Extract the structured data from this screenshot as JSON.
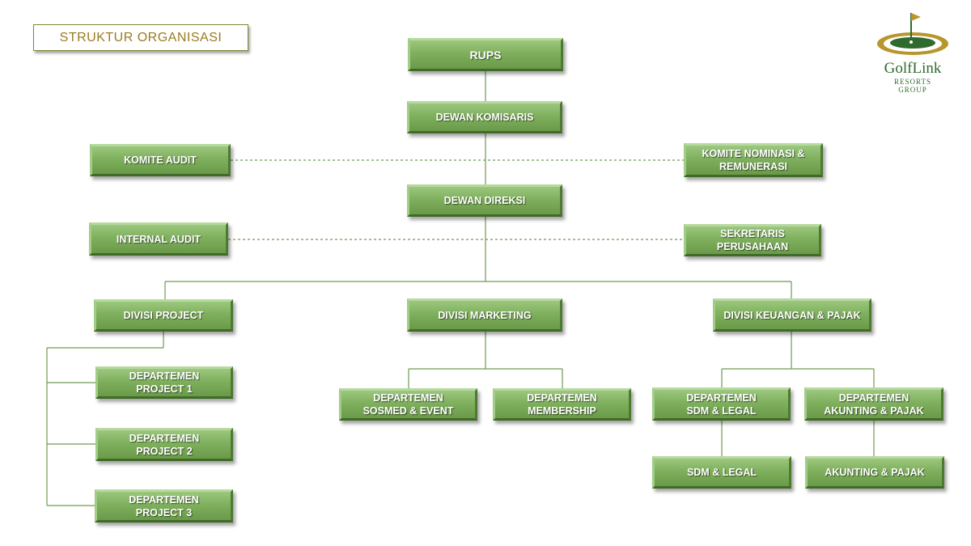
{
  "title": "STRUKTUR ORGANISASI",
  "logo": {
    "brand": "GolfLink",
    "line1": "RESORTS",
    "line2": "GROUP"
  },
  "colors": {
    "box_main": "#7fb05d",
    "box_dark": "#4c7a31",
    "line": "#6f9a52",
    "title_text": "#9a7b1f",
    "logo_green": "#2f6b2f",
    "logo_gold": "#b8962e"
  },
  "nodes": {
    "rups": "RUPS",
    "dewan_komisaris": "DEWAN KOMISARIS",
    "komite_audit": "KOMITE AUDIT",
    "komite_nominasi": [
      "KOMITE NOMINASI &",
      "REMUNERASI"
    ],
    "dewan_direksi": "DEWAN DIREKSI",
    "internal_audit": "INTERNAL AUDIT",
    "sekretaris": "SEKRETARIS PERUSAHAAN",
    "divisi_project": "DIVISI PROJECT",
    "divisi_marketing": "DIVISI MARKETING",
    "divisi_keuangan": "DIVISI KEUANGAN & PAJAK",
    "dept_project_1": [
      "DEPARTEMEN",
      "PROJECT 1"
    ],
    "dept_project_2": [
      "DEPARTEMEN",
      "PROJECT 2"
    ],
    "dept_project_3": [
      "DEPARTEMEN",
      "PROJECT 3"
    ],
    "dept_sosmed": [
      "DEPARTEMEN",
      "SOSMED & EVENT"
    ],
    "dept_membership": [
      "DEPARTEMEN",
      "MEMBERSHIP"
    ],
    "dept_sdm": [
      "DEPARTEMEN",
      "SDM & LEGAL"
    ],
    "dept_akunting": [
      "DEPARTEMEN",
      "AKUNTING & PAJAK"
    ],
    "sdm_legal": "SDM & LEGAL",
    "akunting_pajak": "AKUNTING & PAJAK"
  }
}
